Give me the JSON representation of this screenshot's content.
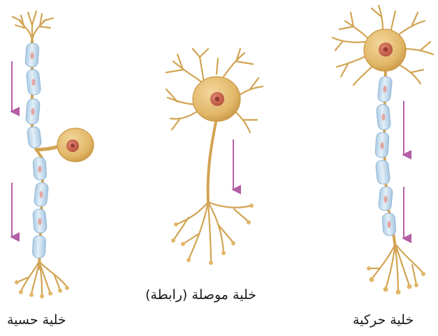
{
  "labels": {
    "sensory": "خلية حسية",
    "interneuron": "خلية موصلة (رابطة)",
    "motor": "خلية حركية"
  },
  "colors": {
    "neuron_body": "#e2b769",
    "neuron_outline": "#c89a45",
    "nucleus": "#c9664e",
    "nucleolus": "#9b3c32",
    "myelin": "#c4dcef",
    "myelin_outline": "#8fb6d6",
    "arrow": "#b45fa6",
    "text": "#1a1a1a"
  },
  "icons": {
    "arrow": "downward-signal-arrow"
  }
}
